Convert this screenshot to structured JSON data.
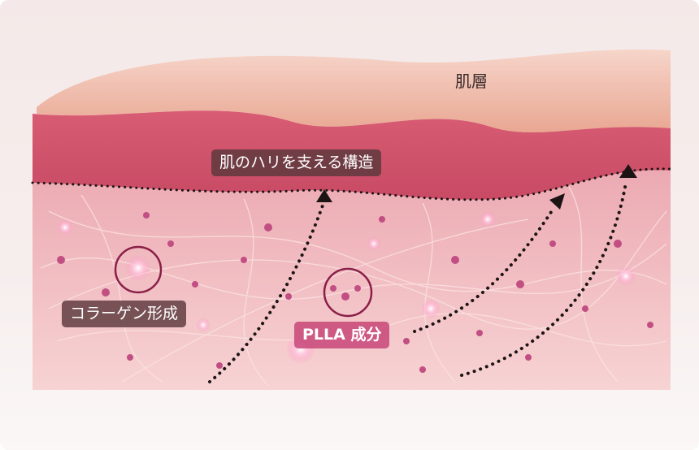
{
  "labels": {
    "skin_layer": "肌層",
    "structure": "肌のハリを支える構造",
    "collagen": "コラーゲン形成",
    "plla": "PLLA 成分"
  },
  "colors": {
    "surface": "#f0b7a8",
    "epidermis": "#d9697c",
    "dermis": "#f3b7bd",
    "marker": "#8a1f48",
    "label_dark": "#5c383c",
    "label_pink": "#c74678"
  }
}
